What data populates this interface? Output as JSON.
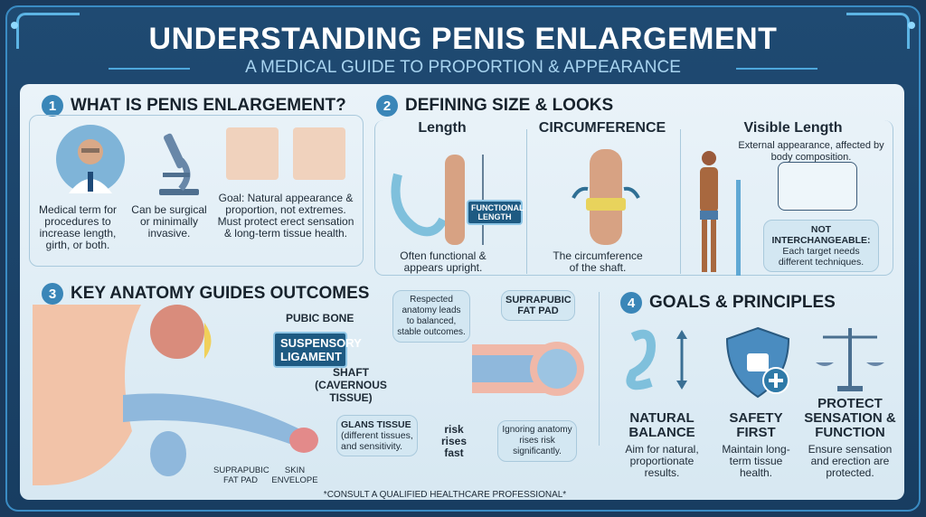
{
  "header": {
    "title": "UNDERSTANDING PENIS ENLARGEMENT",
    "subtitle": "A MEDICAL GUIDE TO PROPORTION & APPEARANCE"
  },
  "section1": {
    "number": "1",
    "title": "WHAT IS PENIS ENLARGEMENT?",
    "items": [
      {
        "icon": "doctor-icon",
        "text": "Medical term for procedures to increase length, girth, or both."
      },
      {
        "icon": "microscope-icon",
        "text": "Can be surgical or minimally invasive."
      },
      {
        "icon": "procedure-icon",
        "text": "Goal: Natural appearance & proportion, not extremes. Must protect erect sensation & long-term tissue health."
      }
    ]
  },
  "section2": {
    "number": "2",
    "title": "DEFINING SIZE & LOOKS",
    "columns": [
      {
        "title": "Length",
        "badge": "FUNCTIONAL LENGTH",
        "text": "Often functional & appears upright."
      },
      {
        "title": "CIRCUMFERENCE",
        "text": "The circumference of the shaft."
      },
      {
        "title": "Visible Length",
        "subtitle": "External appearance, affected by body composition.",
        "note_title": "NOT INTERCHANGEABLE:",
        "note_text": "Each target needs different techniques."
      }
    ]
  },
  "section3": {
    "number": "3",
    "title": "KEY ANATOMY GUIDES OUTCOMES",
    "labels": {
      "pubic_bone": "PUBIC BONE",
      "suspensory": "SUSPENSORY LIGAMENT",
      "shaft": "SHAFT (CAVERNOUS TISSUE)",
      "glans_title": "GLANS TISSUE",
      "glans_text": "(different tissues, and sensitivity.",
      "suprapubic_bottom": "SUPRAPUBIC FAT PAD",
      "skin": "SKIN ENVELOPE",
      "respected": "Respected anatomy leads to balanced, stable outcomes.",
      "suprapubic_top": "SUPRAPUBIC FAT PAD",
      "risk": "risk rises fast",
      "ignoring": "Ignoring anatomy rises risk significantly."
    },
    "disclaimer": "*CONSULT A QUALIFIED HEALTHCARE PROFESSIONAL*"
  },
  "section4": {
    "number": "4",
    "title": "GOALS & PRINCIPLES",
    "items": [
      {
        "icon": "tape-measure-icon",
        "title": "NATURAL BALANCE",
        "text": "Aim for natural, proportionate results."
      },
      {
        "icon": "shield-lock-icon",
        "title": "SAFETY FIRST",
        "text": "Maintain long-term tissue health."
      },
      {
        "icon": "scales-icon",
        "title": "PROTECT SENSATION & FUNCTION",
        "text": "Ensure sensation and erection are protected."
      }
    ]
  }
}
